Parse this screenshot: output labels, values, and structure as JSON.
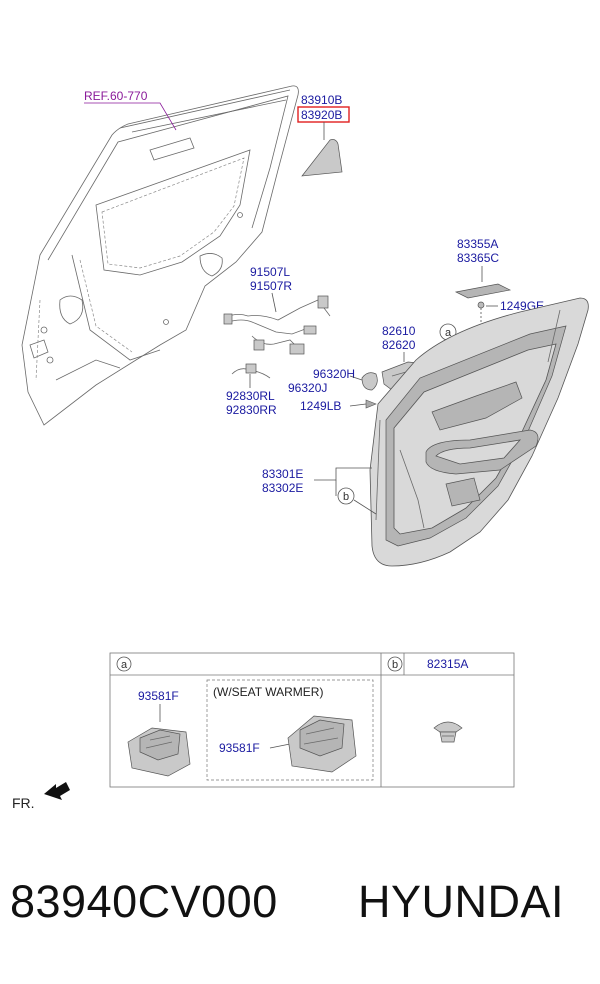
{
  "labels": {
    "ref": "REF.60-770",
    "p83910B": "83910B",
    "p83920B": "83920B",
    "p83355A": "83355A",
    "p83365C": "83365C",
    "p1249GE": "1249GE",
    "p91507L": "91507L",
    "p91507R": "91507R",
    "p82610": "82610",
    "p82620": "82620",
    "p96320H": "96320H",
    "p96320J": "96320J",
    "p92830RL": "92830RL",
    "p92830RR": "92830RR",
    "p1249LB": "1249LB",
    "p83301E": "83301E",
    "p83302E": "83302E",
    "callout_a": "a",
    "callout_b": "b"
  },
  "table": {
    "header_a": "a",
    "header_b": "b",
    "header_b_part": "82315A",
    "cell1_part": "93581F",
    "seat_warmer_label": "(W/SEAT WARMER)",
    "cell2_part": "93581F"
  },
  "fr_label": "FR.",
  "footer": {
    "part_number": "83940CV000",
    "brand": "HYUNDAI"
  },
  "colors": {
    "label_blue": "#1a1aa0",
    "ref_magenta": "#8a1a9a",
    "highlight_red": "#e02020"
  }
}
